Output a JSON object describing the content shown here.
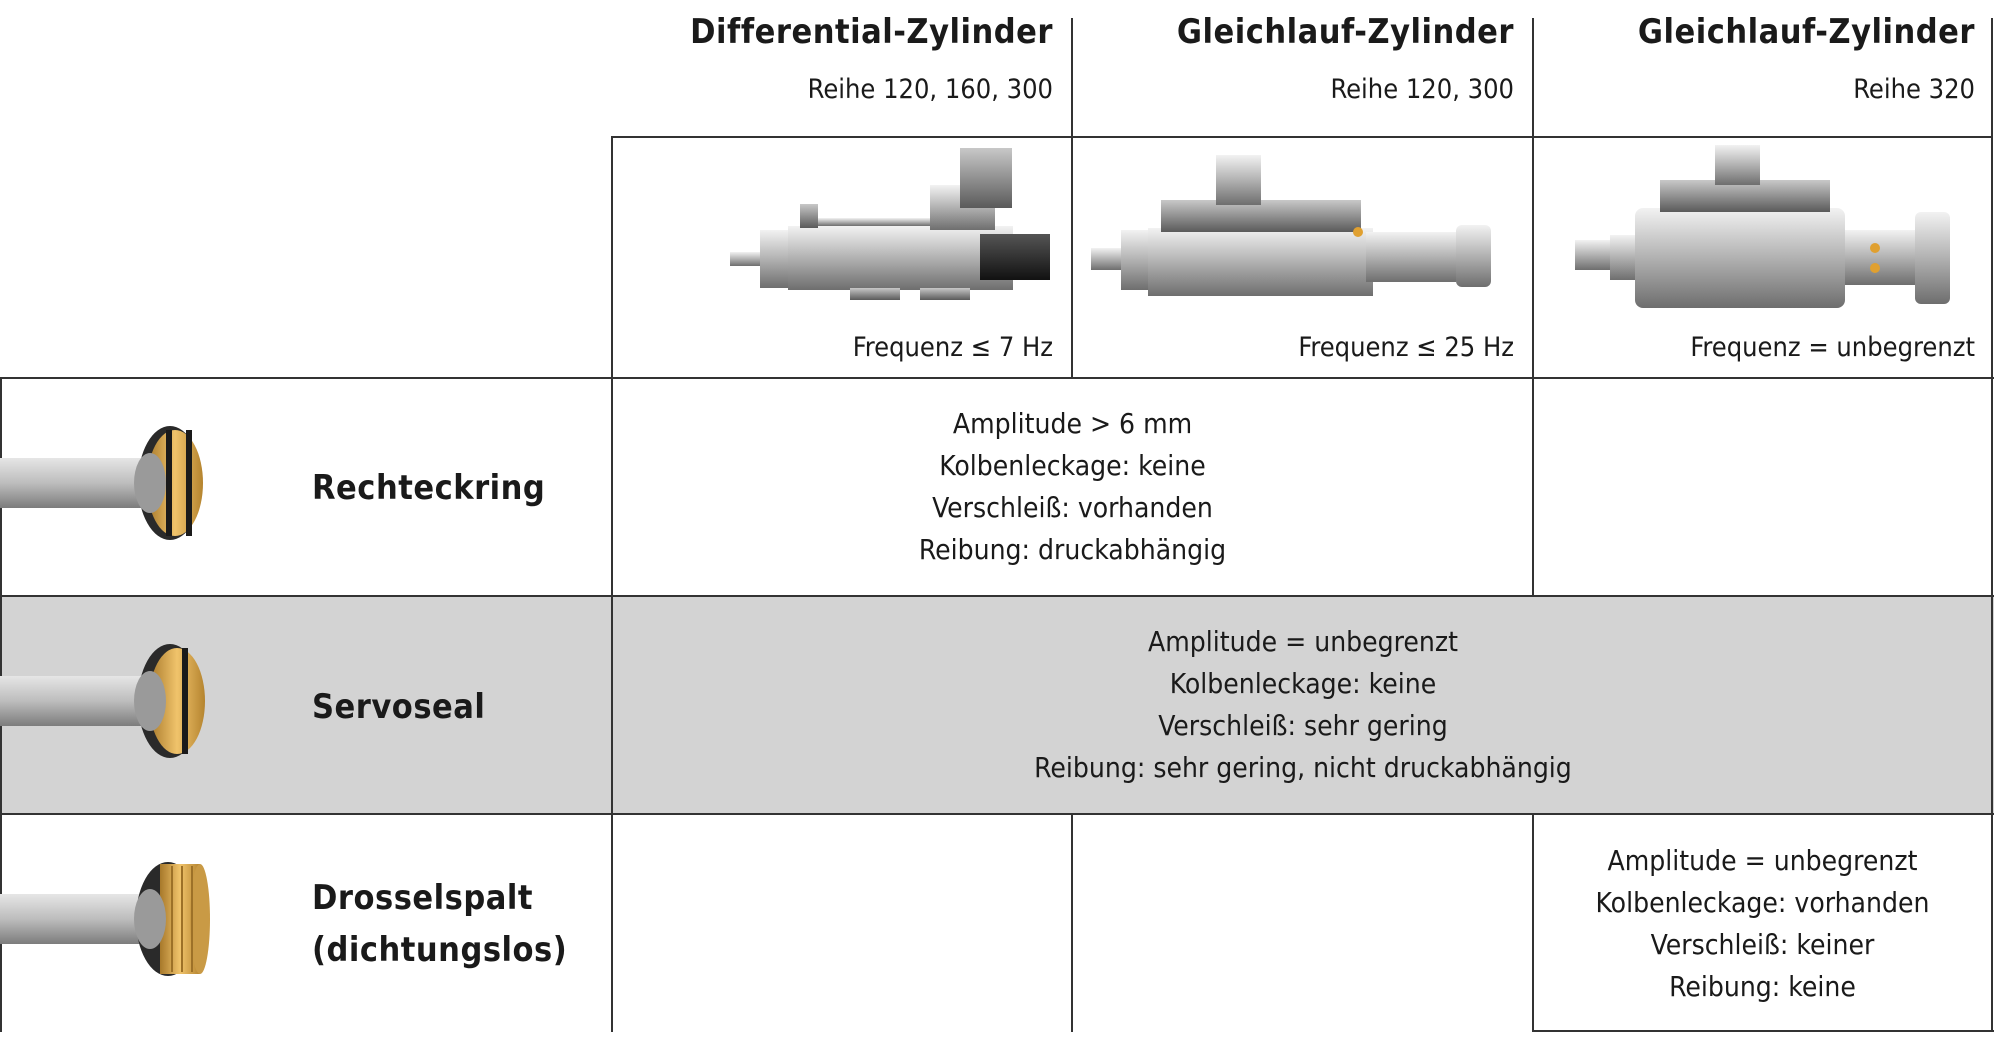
{
  "columns": [
    {
      "title": "Differential-Zylinder",
      "subtitle": "Reihe 120, 160, 300",
      "frequency": "Frequenz ≤ 7 Hz",
      "image_icon": "differential-cylinder-image"
    },
    {
      "title": "Gleichlauf-Zylinder",
      "subtitle": "Reihe 120, 300",
      "frequency": "Frequenz ≤ 25 Hz",
      "image_icon": "synchronous-cylinder-image"
    },
    {
      "title": "Gleichlauf-Zylinder",
      "subtitle": "Reihe 320",
      "frequency": "Frequenz = unbegrenzt",
      "image_icon": "synchronous-cylinder-320-image"
    }
  ],
  "rows": [
    {
      "label": "Rechteckring",
      "icon": "rectangular-ring-piston-icon",
      "properties": [
        "Amplitude > 6 mm",
        "Kolbenleckage: keine",
        "Verschleiß: vorhanden",
        "Reibung: druckabhängig"
      ]
    },
    {
      "label": "Servoseal",
      "icon": "servoseal-piston-icon",
      "properties": [
        "Amplitude = unbegrenzt",
        "Kolbenleckage: keine",
        "Verschleiß: sehr gering",
        "Reibung: sehr gering, nicht druckabhängig"
      ]
    },
    {
      "label_line1": "Drosselspalt",
      "label_line2": "(dichtungslos)",
      "icon": "throttle-gap-piston-icon",
      "properties": [
        "Amplitude = unbegrenzt",
        "Kolbenleckage: vorhanden",
        "Verschleiß: keiner",
        "Reibung: keine"
      ]
    }
  ],
  "colors": {
    "shaded_row": "#d3d3d3",
    "ring_gold": "#d9a84a",
    "border": "#333333"
  }
}
